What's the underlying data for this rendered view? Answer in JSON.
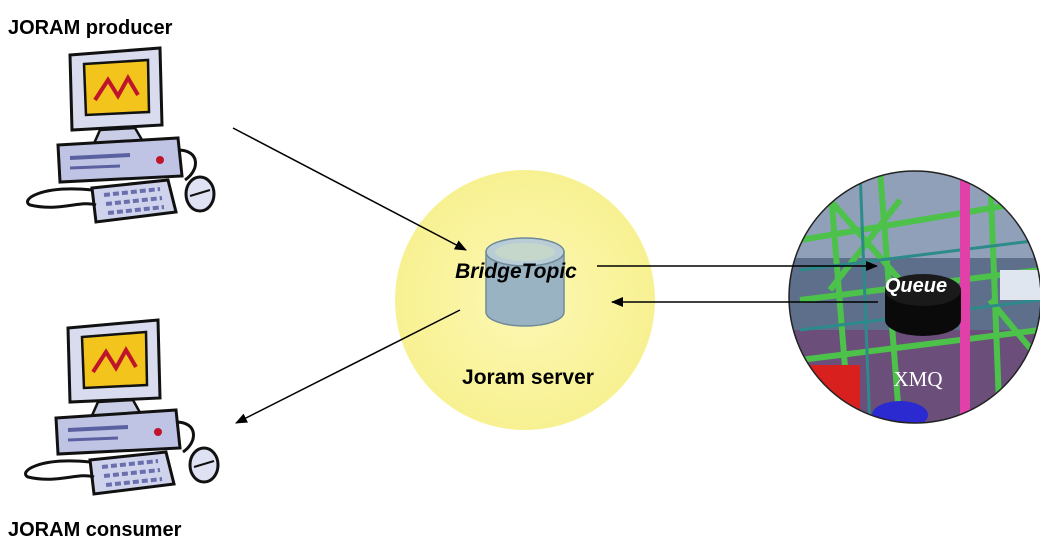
{
  "producer": {
    "label": "JORAM producer",
    "icon": "computer-icon"
  },
  "consumer": {
    "label": "JORAM consumer",
    "icon": "computer-icon"
  },
  "server": {
    "label": "Joram server",
    "destination": {
      "label": "BridgeTopic",
      "icon": "cylinder-icon"
    }
  },
  "xmq": {
    "label": "XMQ",
    "destination": {
      "label": "Queue",
      "icon": "cylinder-icon"
    }
  },
  "colors": {
    "server_fill": "#fbf6a6",
    "topic_fill": "#9fb8c6",
    "queue_fill": "#111111",
    "arrow": "#000000"
  }
}
